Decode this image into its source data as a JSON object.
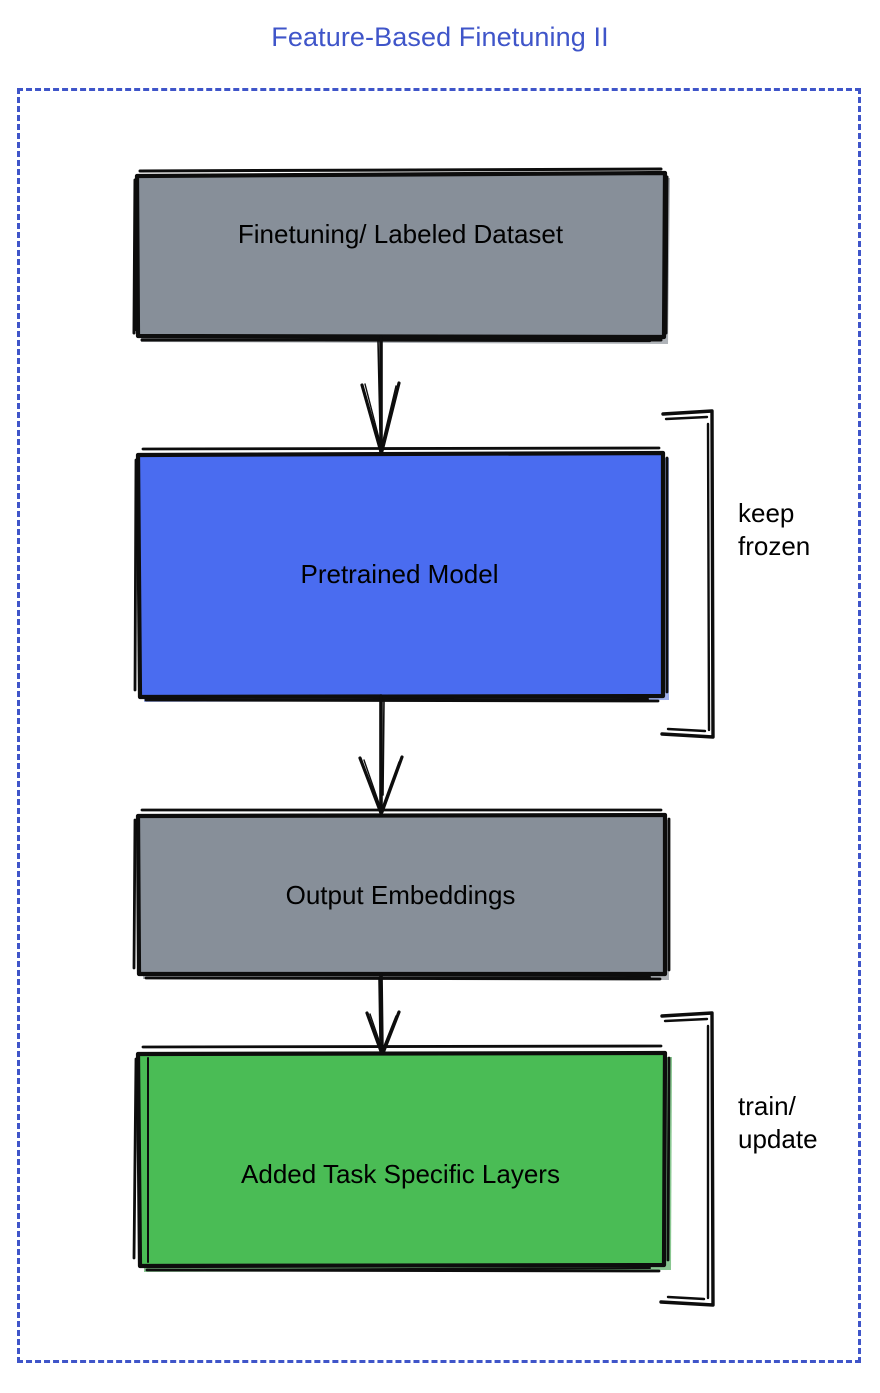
{
  "diagram": {
    "title": "Feature-Based Finetuning II",
    "title_color": "#3f55c9",
    "container": {
      "border_style": "dashed",
      "border_color": "#3f55c9"
    },
    "nodes": [
      {
        "id": "finetuning-dataset",
        "label": "Finetuning/ Labeled Dataset",
        "fill": "#878f99",
        "stroke": "#000000",
        "shape": "rectangle"
      },
      {
        "id": "pretrained-model",
        "label": "Pretrained Model",
        "fill": "#4a6cf0",
        "stroke": "#000000",
        "shape": "rectangle"
      },
      {
        "id": "output-embeddings",
        "label": "Output Embeddings",
        "fill": "#878f99",
        "stroke": "#000000",
        "shape": "rectangle"
      },
      {
        "id": "added-task-specific-layers",
        "label": "Added Task Specific Layers",
        "fill": "#4abc55",
        "stroke": "#000000",
        "shape": "rectangle"
      }
    ],
    "edges": [
      {
        "from": "finetuning-dataset",
        "to": "pretrained-model",
        "style": "arrow"
      },
      {
        "from": "pretrained-model",
        "to": "output-embeddings",
        "style": "arrow"
      },
      {
        "from": "output-embeddings",
        "to": "added-task-specific-layers",
        "style": "arrow"
      }
    ],
    "annotations": [
      {
        "id": "keep-frozen",
        "label": "keep\nfrozen",
        "targets": [
          "pretrained-model"
        ],
        "marker": "bracket"
      },
      {
        "id": "train-update",
        "label": "train/\nupdate",
        "targets": [
          "added-task-specific-layers"
        ],
        "marker": "bracket"
      }
    ]
  }
}
